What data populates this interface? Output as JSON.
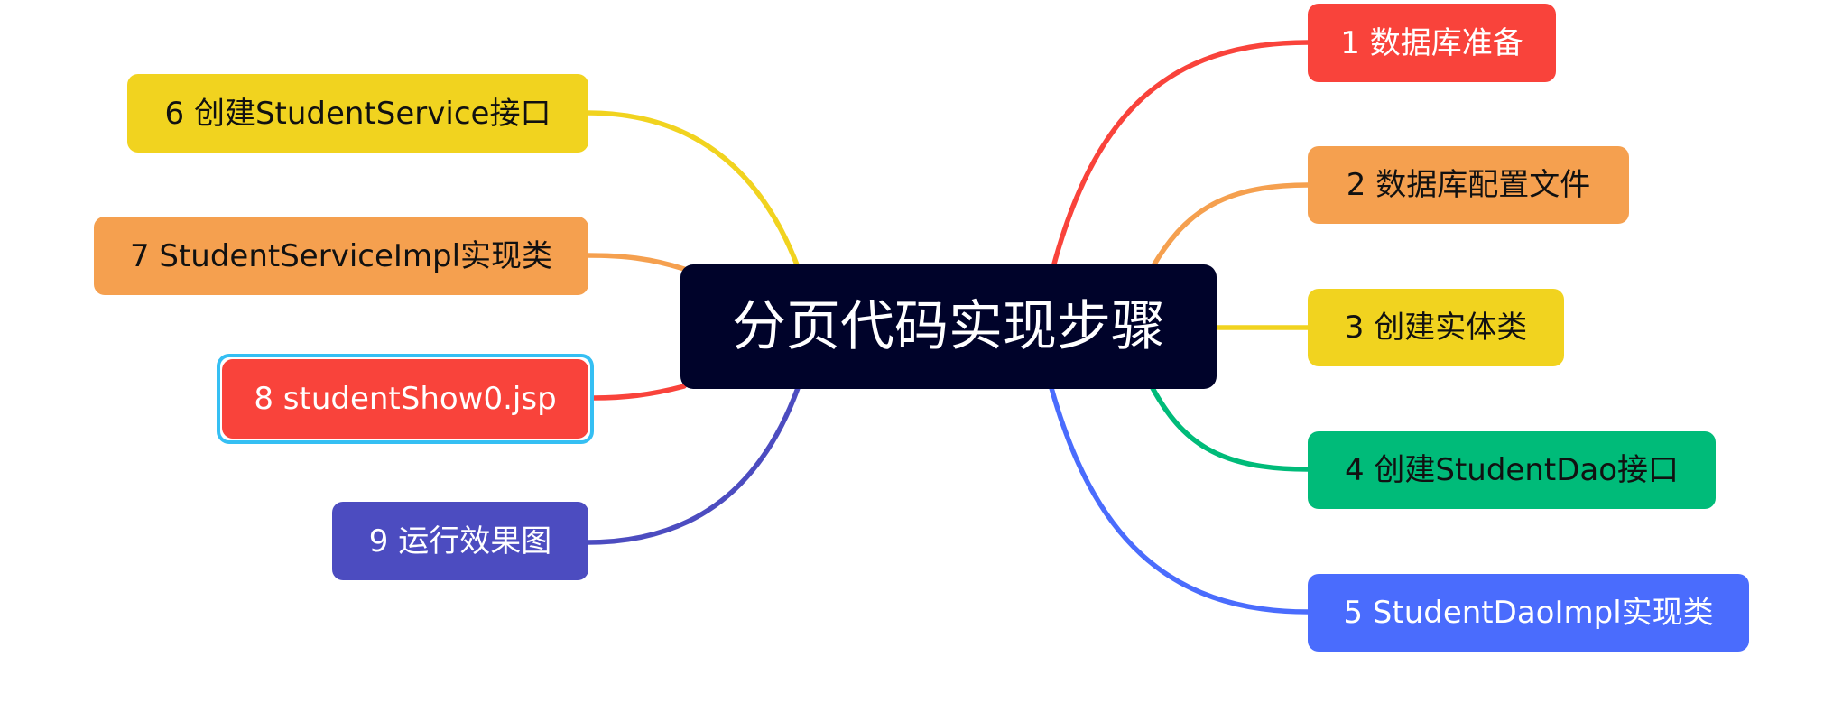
{
  "mindmap": {
    "central": {
      "label": "分页代码实现步骤",
      "bg": "#00032a",
      "fg": "#ffffff"
    },
    "colors": {
      "red": "#f9433b",
      "orange": "#f5a04f",
      "yellow": "#f1d31f",
      "green": "#00bb79",
      "blue": "#4a6cfd",
      "purple": "#4c4cc0",
      "selection": "#35bff3"
    },
    "right_branches": [
      {
        "id": 1,
        "label": "1 数据库准备",
        "bg": "#f9433b",
        "fg": "#ffffff"
      },
      {
        "id": 2,
        "label": "2 数据库配置文件",
        "bg": "#f5a04f",
        "fg": "#111111"
      },
      {
        "id": 3,
        "label": "3 创建实体类",
        "bg": "#f1d31f",
        "fg": "#111111"
      },
      {
        "id": 4,
        "label": "4 创建StudentDao接口",
        "bg": "#00bb79",
        "fg": "#111111"
      },
      {
        "id": 5,
        "label": "5 StudentDaoImpl实现类",
        "bg": "#4a6cfd",
        "fg": "#ffffff"
      }
    ],
    "left_branches": [
      {
        "id": 6,
        "label": "6 创建StudentService接口",
        "bg": "#f1d31f",
        "fg": "#111111"
      },
      {
        "id": 7,
        "label": "7 StudentServiceImpl实现类",
        "bg": "#f5a04f",
        "fg": "#111111"
      },
      {
        "id": 8,
        "label": "8 studentShow0.jsp",
        "bg": "#f9433b",
        "fg": "#ffffff",
        "selected": true
      },
      {
        "id": 9,
        "label": "9 运行效果图",
        "bg": "#4c4cc0",
        "fg": "#ffffff"
      }
    ]
  }
}
